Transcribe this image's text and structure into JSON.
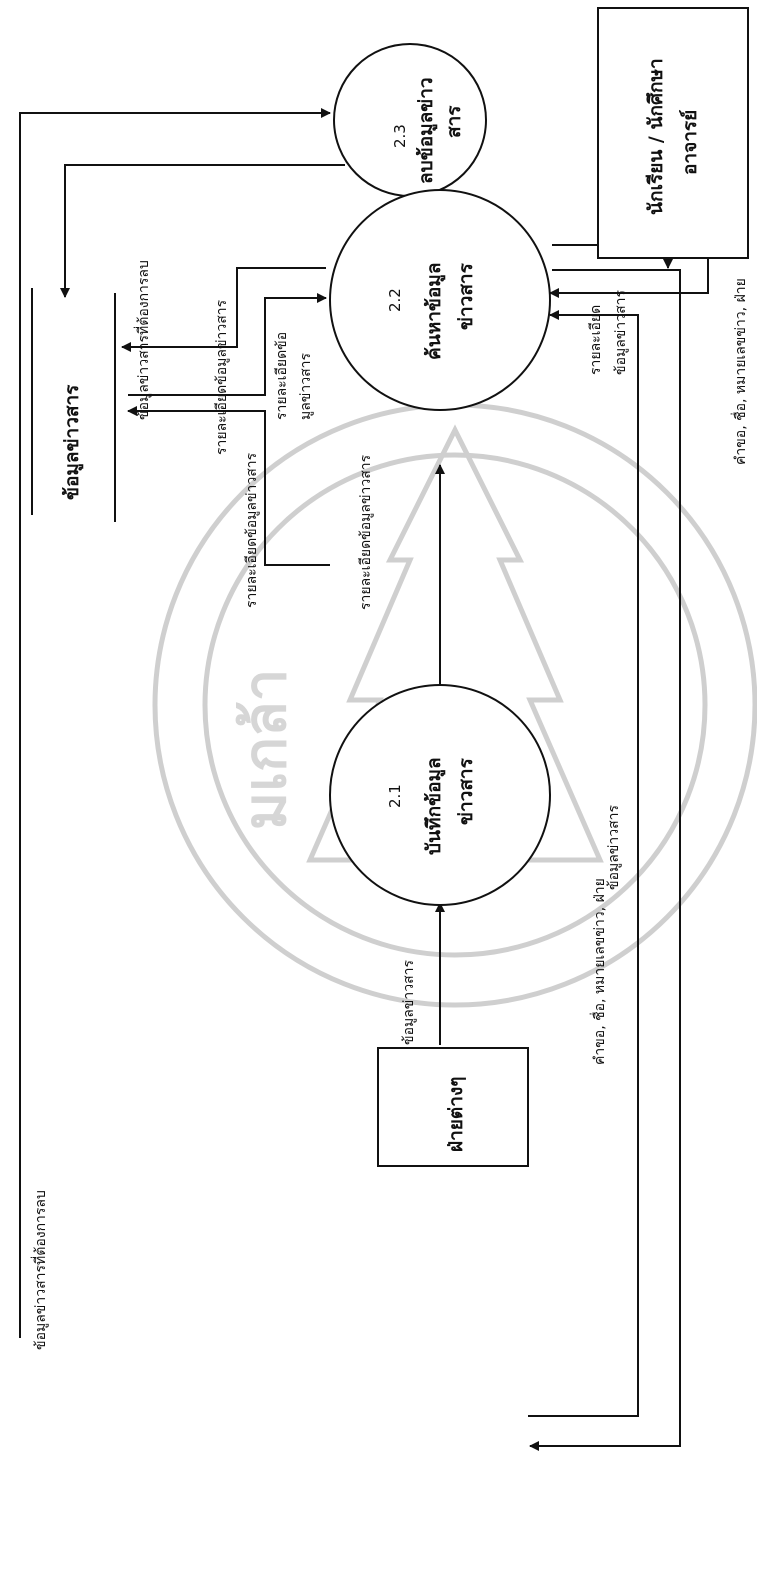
{
  "processes": [
    {
      "id": "2.1",
      "number": "2.1",
      "line1": "บันทึกข้อมูล",
      "line2": "ข่าวสาร"
    },
    {
      "id": "2.2",
      "number": "2.2",
      "line1": "ค้นหาข้อมูล",
      "line2": "ข่าวสาร"
    },
    {
      "id": "2.3",
      "number": "2.3",
      "line1": "ลบข้อมูลข่าว",
      "line2": "สาร"
    }
  ],
  "entities": {
    "departments": "ฝ่ายต่างๆ",
    "students_line1": "นักเรียน / นักศึกษา",
    "students_line2": "อาจารย์"
  },
  "datastore": "ข้อมูลข่าวสาร",
  "flows": {
    "delete_request_in": "ข้อมูลข่าวสารที่ต้องการลบ",
    "delete_request_out": "ข้อมูลข่าวสารที่ต้องการลบ",
    "news_in": "ข้อมูลข่าวสาร",
    "record_to_store": "รายละเอียดข้อมูลข่าวสาร",
    "record_to_search": "รายละเอียดข้อมูลข่าวสาร",
    "store_to_search_1": "รายละเอียดข้อ",
    "store_to_search_2": "มูลข่าวสาร",
    "search_to_store": "รายละเอียดข้อมูลข่าวสาร",
    "dept_query": "คำขอ, ชื่อ, หมายเลขข่าว, ฝ่าย",
    "student_query": "คำขอ, ชื่อ, หมายเลขข่าว, ฝ่าย",
    "result_to_dept": "ข้อมูลข่าวสาร",
    "result_to_student_1": "รายละเอียด",
    "result_to_student_2": "ข้อมูลข่าวสาร"
  },
  "watermark": "มเกล้า"
}
